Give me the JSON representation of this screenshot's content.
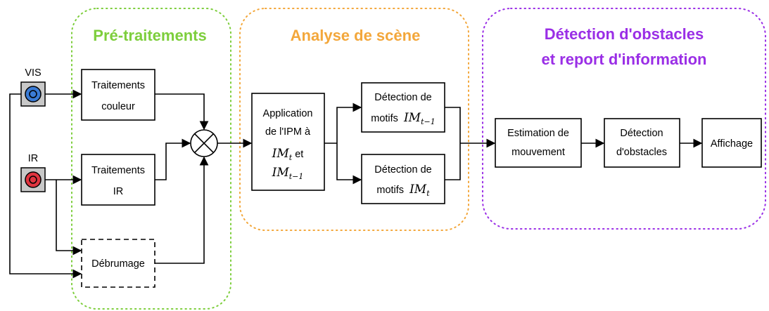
{
  "colors": {
    "pre": "#7dce3c",
    "scene": "#f3a73b",
    "detect": "#9a2ee6",
    "vis_sensor": "#3a7bd5",
    "ir_sensor": "#e0343f",
    "sensor_body": "#c8c8c8"
  },
  "groups": {
    "pre": {
      "title": "Pré-traitements"
    },
    "scene": {
      "title": "Analyse de scène"
    },
    "detect": {
      "title_line1": "Détection d'obstacles",
      "title_line2": "et report d'information"
    }
  },
  "sensors": {
    "vis": {
      "label": "VIS",
      "icon": "camera-sensor-icon"
    },
    "ir": {
      "label": "IR",
      "icon": "camera-sensor-icon"
    }
  },
  "blocks": {
    "trait_couleur": {
      "line1": "Traitements",
      "line2": "couleur"
    },
    "trait_ir": {
      "line1": "Traitements",
      "line2": "IR"
    },
    "debrumage": {
      "label": "Débrumage"
    },
    "fusion": {
      "icon": "multiply-operator-icon"
    },
    "ipm": {
      "line1": "Application",
      "line2": "de l'IPM à",
      "math1": "IM",
      "math1_sub": "t",
      "math1_suffix": " et",
      "math2": "IM",
      "math2_sub": "t−1"
    },
    "motifs_prev": {
      "line1": "Détection de",
      "line2_prefix": "motifs ",
      "math": "IM",
      "math_sub": "t−1"
    },
    "motifs_cur": {
      "line1": "Détection de",
      "line2_prefix": "motifs ",
      "math": "IM",
      "math_sub": "t"
    },
    "mouvement": {
      "line1": "Estimation de",
      "line2": "mouvement"
    },
    "obstacles": {
      "line1": "Détection",
      "line2": "d'obstacles"
    },
    "affichage": {
      "label": "Affichage"
    }
  }
}
